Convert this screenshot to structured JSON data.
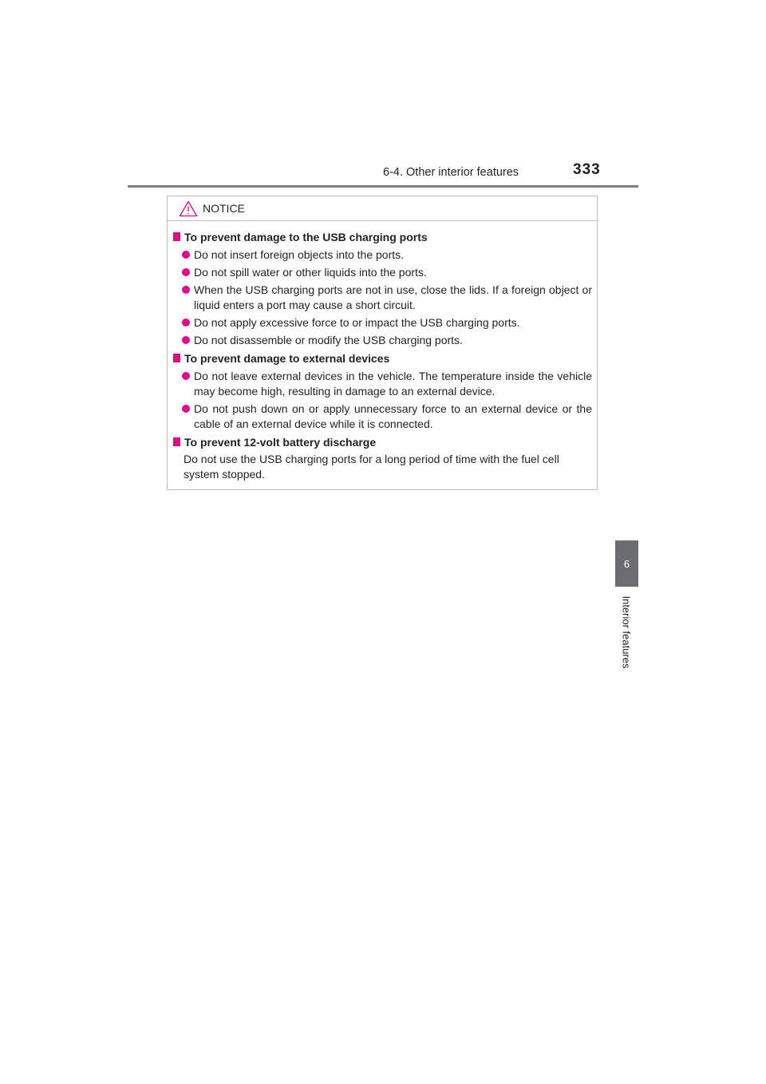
{
  "header": {
    "section": "6-4. Other interior features",
    "page_number": "333"
  },
  "side_tab": {
    "number": "6",
    "label": "Interior features"
  },
  "notice": {
    "label": "NOTICE",
    "sections": [
      {
        "heading": "To prevent damage to the USB charging ports",
        "bullets": [
          "Do not insert foreign objects into the ports.",
          "Do not spill water or other liquids into the ports.",
          "When the USB charging ports are not in use, close the lids. If a foreign object or liquid enters a port may cause a short circuit.",
          "Do not apply excessive force to or impact the USB charging ports.",
          "Do not disassemble or modify the USB charging ports."
        ]
      },
      {
        "heading": "To prevent damage to external devices",
        "bullets": [
          "Do not leave external devices in the vehicle. The temperature inside the vehicle may become high, resulting in damage to an external device.",
          "Do not push down on or apply unnecessary force to an external device or the cable of an external device while it is connected."
        ]
      },
      {
        "heading": "To prevent 12-volt battery discharge",
        "text": "Do not use the USB charging ports for a long period of time with the fuel cell system stopped."
      }
    ]
  },
  "colors": {
    "accent": "#ec008c",
    "tab_background": "#6d6e71",
    "rule": "#808080",
    "border": "#bcbec0"
  }
}
